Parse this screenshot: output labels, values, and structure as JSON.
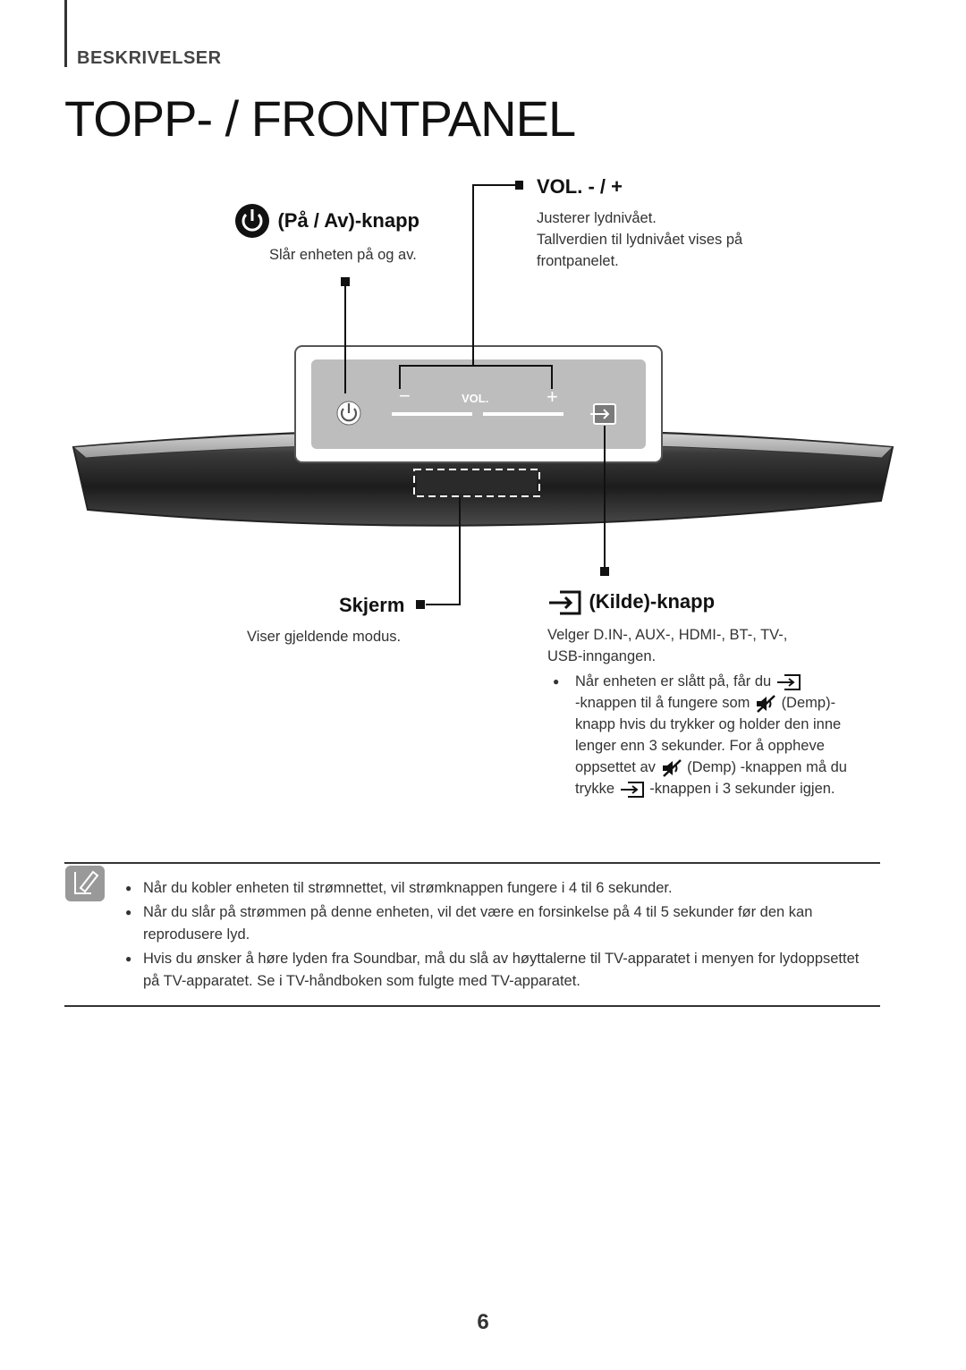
{
  "header": {
    "section": "BESKRIVELSER",
    "title": "TOPP- / FRONTPANEL"
  },
  "power": {
    "title": "(På / Av)-knapp",
    "desc": "Slår enheten på og av."
  },
  "volume": {
    "title": "VOL. - / +",
    "line1": "Justerer lydnivået.",
    "line2": "Tallverdien til lydnivået vises på",
    "line3": "frontpanelet."
  },
  "display": {
    "title": "Skjerm",
    "desc": "Viser gjeldende modus."
  },
  "source": {
    "title": "(Kilde)-knapp",
    "line1": "Velger D.IN-, AUX-, HDMI-, BT-, TV-,",
    "line2": "USB-inngangen.",
    "b_1": "Når enheten er slått på, får du",
    "b_2": "-knappen til å fungere som",
    "b_3": "(Demp)-",
    "b_4": "knapp hvis du trykker og holder den inne",
    "b_5": "lenger enn 3 sekunder. For å oppheve",
    "b_6": "oppsettet av",
    "b_7": "(Demp) -knappen må du",
    "b_8": "trykke",
    "b_9": "-knappen i 3 sekunder igjen."
  },
  "panel": {
    "vol_label": "VOL.",
    "minus": "−",
    "plus": "+"
  },
  "notes": [
    "Når du kobler enheten til strømnettet, vil strømknappen fungere i 4 til 6 sekunder.",
    "Når du slår på strømmen på denne enheten, vil det være en forsinkelse på 4 til 5 sekunder før den kan reprodusere lyd.",
    "Hvis du ønsker å høre lyden fra Soundbar, må du slå av høyttalerne til TV-apparatet i menyen for lydoppsettet på TV-apparatet. Se i TV-håndboken som fulgte med TV-apparatet."
  ],
  "page_number": "6",
  "icons": [
    "power-icon",
    "source-icon",
    "mute-icon",
    "note-icon"
  ]
}
